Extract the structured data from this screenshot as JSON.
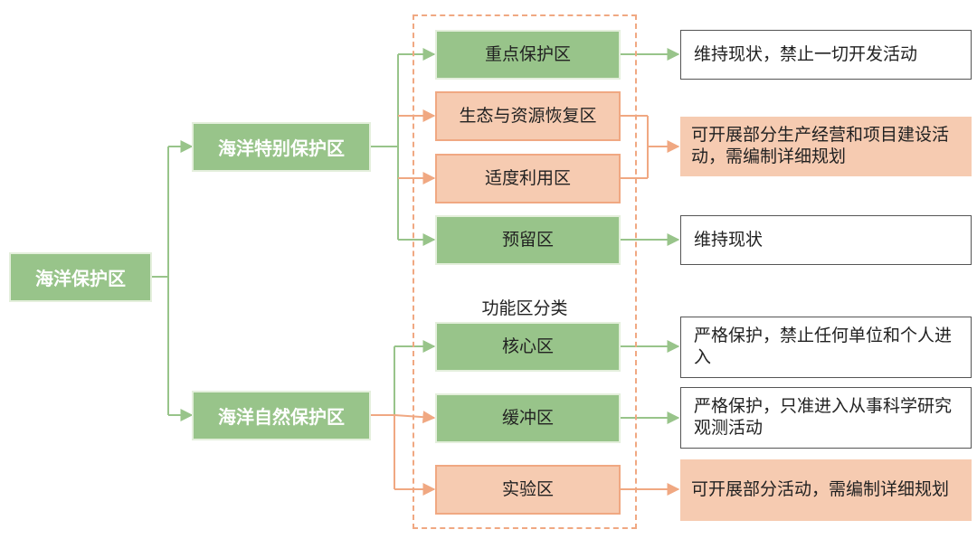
{
  "root": "海洋保护区",
  "level1": {
    "special": "海洋特别保护区",
    "nature": "海洋自然保护区"
  },
  "caption": "功能区分类",
  "zones": {
    "z1": "重点保护区",
    "z2": "生态与资源恢复区",
    "z3": "适度利用区",
    "z4": "预留区",
    "z5": "核心区",
    "z6": "缓冲区",
    "z7": "实验区"
  },
  "descriptions": {
    "d1": "维持现状，禁止一切开发活动",
    "d2": "可开展部分生产经营和项目建设活动，需编制详细规划",
    "d3": "维持现状",
    "d4": "严格保护，禁止任何单位和个人进入",
    "d5": "严格保护，只准进入从事科学研究观测活动",
    "d6": "可开展部分活动，需编制详细规划"
  },
  "colors": {
    "green_line": "#98c48a",
    "orange_line": "#f0a882",
    "green_fill": "#98c48a",
    "orange_fill": "#f6cbb1"
  }
}
